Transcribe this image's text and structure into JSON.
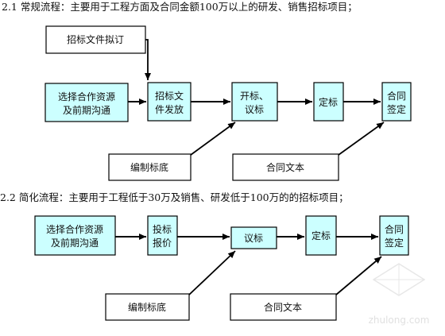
{
  "section1": {
    "heading": "2.1 常规流程：主要用于工程方面及合同金额100万以上的研发、销售招标项目；",
    "boxes": {
      "draft": "招标文件拟订",
      "select1": "选择合作资源",
      "select2": "及前期沟通",
      "issue1": "招标文",
      "issue2": "件发放",
      "open1": "开标、",
      "open2": "议标",
      "award": "定标",
      "sign1": "合同",
      "sign2": "签定",
      "base": "编制标底",
      "contract": "合同文本"
    }
  },
  "section2": {
    "heading": "2.2 简化流程：主要用于工程低于30万及销售、研发低于100万的的招标项目；",
    "boxes": {
      "select1": "选择合作资源",
      "select2": "及前期沟通",
      "quote1": "投标",
      "quote2": "报价",
      "bid": "议标",
      "award": "定标",
      "sign1": "合同",
      "sign2": "签定",
      "base": "编制标底",
      "contract": "合同文本"
    }
  },
  "watermark": "zhulong.com",
  "colors": {
    "box_fill": "#ccffff",
    "white_fill": "#ffffff",
    "line": "#000000"
  }
}
